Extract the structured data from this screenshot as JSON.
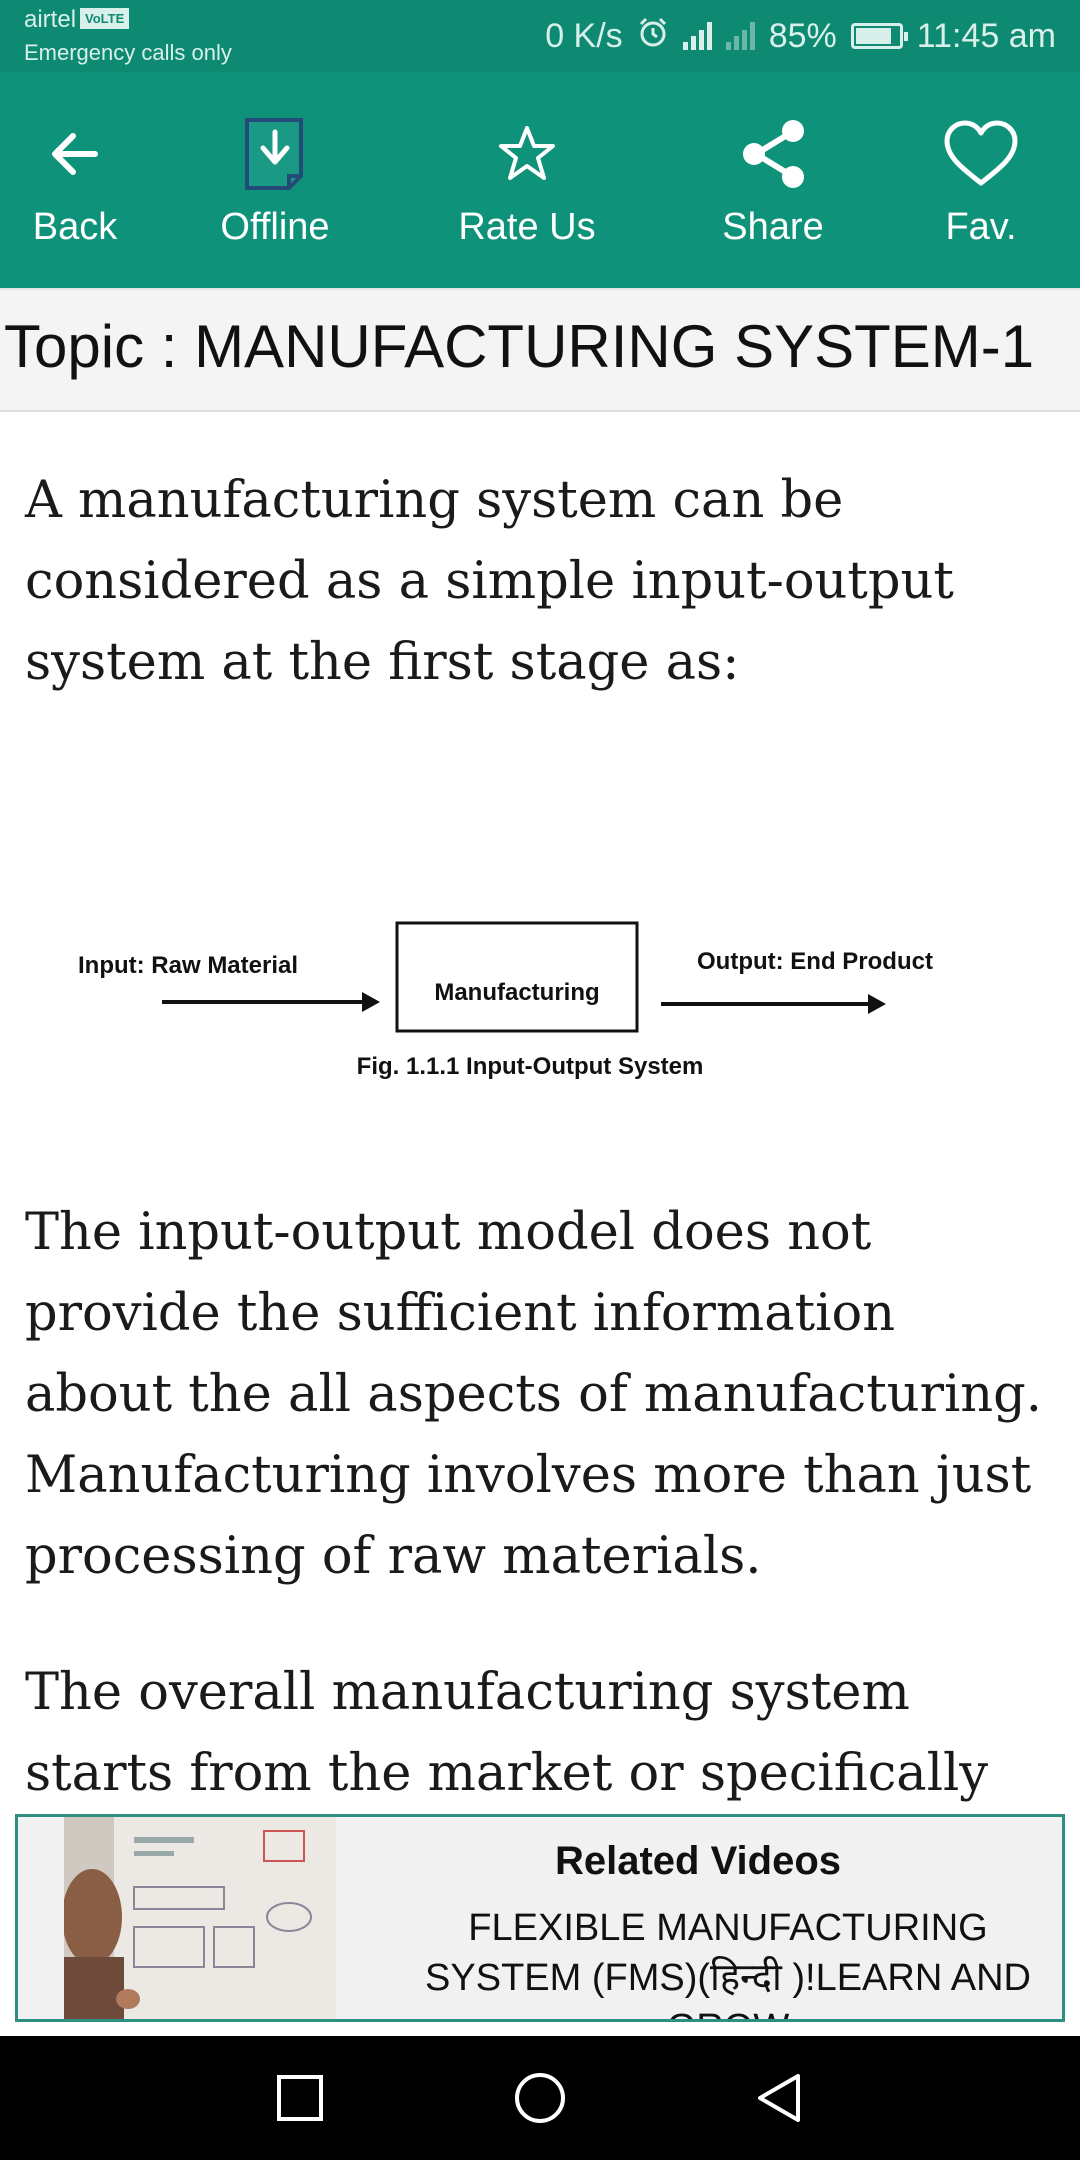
{
  "status_bar": {
    "carrier": "airtel",
    "volte": "VoLTE",
    "emergency": "Emergency calls only",
    "net_speed": "0 K/s",
    "battery": "85%",
    "time": "11:45 am"
  },
  "toolbar": {
    "back_label": "Back",
    "offline_label": "Offline",
    "rate_label": "Rate Us",
    "share_label": "Share",
    "fav_label": "Fav."
  },
  "topic": {
    "title": "Topic : MANUFACTURING SYSTEM-1"
  },
  "content": {
    "para1": " A manufacturing system can be considered as a simple input-output system at the first stage as:",
    "figure": {
      "input_label": "Input: Raw Material",
      "box_label": "Manufacturing",
      "output_label": "Output: End Product",
      "caption": "Fig. 1.1.1 Input-Output System"
    },
    "para2": "The input-output model does not provide the sufficient information about the all aspects of manufacturing. Manufacturing involves more than just processing of raw materials.",
    "para3": "The overall manufacturing system starts from the market or specifically"
  },
  "related": {
    "heading": "Related Videos",
    "description": "FLEXIBLE MANUFACTURING SYSTEM (FMS)(हिन्दी )!LEARN AND GROW"
  },
  "colors": {
    "accent": "#0e937a",
    "status_bar": "#0e8a72",
    "related_border": "#2c8f80"
  },
  "icons": {
    "back": "arrow-left-icon",
    "offline": "download-document-icon",
    "rate": "star-outline-icon",
    "share": "share-icon",
    "fav": "heart-outline-icon"
  }
}
